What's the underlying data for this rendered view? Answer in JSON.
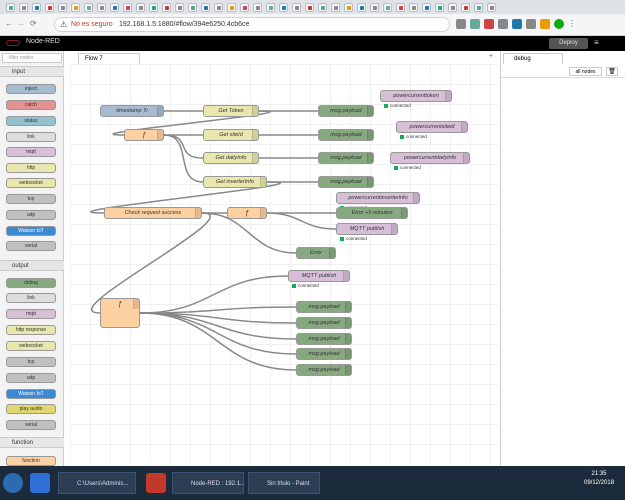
{
  "browser": {
    "security_label": "No es seguro",
    "url": "192.168.1.5:1880/#flow/394e6250.4cb6ce",
    "colors": {
      "tabbar": "#dfe3e8",
      "bar": "#f4f5f7"
    }
  },
  "app": {
    "title": "Node-RED",
    "deploy_label": "Deploy"
  },
  "palette": {
    "filter_placeholder": "filter nodes",
    "categories": [
      {
        "label": "input",
        "nodes": [
          "inject",
          "catch",
          "status",
          "link",
          "mqtt",
          "http",
          "websocket",
          "tcp",
          "udp",
          "Watson IoT",
          "serial"
        ]
      },
      {
        "label": "output",
        "nodes": [
          "debug",
          "link",
          "mqtt",
          "http response",
          "websocket",
          "tcp",
          "udp",
          "Watson IoT",
          "play audio",
          "serial"
        ]
      },
      {
        "label": "function",
        "nodes": [
          "function"
        ]
      }
    ]
  },
  "workspace": {
    "tab_label": "Flow 7"
  },
  "flow": {
    "timestamp": "timestamp ↻",
    "get_token": "Get Token",
    "get_siteid": "Get siteId",
    "get_dailyinfo": "Get dailyInfo",
    "get_inverterinfo": "Get inverterInfo",
    "check_request": "Check request success",
    "msg_payload": "msg.payload",
    "powercurrenttoken": "powercurrenttoken",
    "powercurrentsiteid": "powercurrentsiteid",
    "powercurrentdailyinfo": "powercurrentdailyinfo",
    "powercurrentinverterinfo": "powercurrentinverterinfo",
    "error_5": "Error +5 minuten",
    "mqtt_publish": "MQTT publish",
    "error": "Error",
    "connected": "connected"
  },
  "sidebar": {
    "tab_label": "debug",
    "filter_label": "all nodes"
  },
  "taskbar": {
    "items": [
      "C:\\Users\\Adminis...",
      "Node-RED : 192.1...",
      "Sin título - Paint"
    ],
    "time": "21:35",
    "date": "09/12/2018"
  }
}
